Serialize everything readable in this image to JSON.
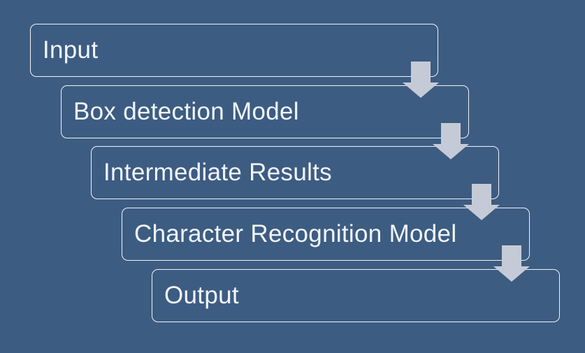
{
  "colors": {
    "background": "#3D5C82",
    "box_border": "#EFF3F7",
    "box_text": "#F1F5F9",
    "arrow_fill": "#C5CBD6"
  },
  "diagram": {
    "type": "staircase-flowchart",
    "boxes": [
      {
        "label": "Input"
      },
      {
        "label": "Box detection Model"
      },
      {
        "label": "Intermediate Results"
      },
      {
        "label": "Character Recognition Model"
      },
      {
        "label": "Output"
      }
    ],
    "arrows": [
      {
        "icon": "down-arrow-icon",
        "from": "Input",
        "to": "Box detection Model"
      },
      {
        "icon": "down-arrow-icon",
        "from": "Box detection Model",
        "to": "Intermediate Results"
      },
      {
        "icon": "down-arrow-icon",
        "from": "Intermediate Results",
        "to": "Character Recognition Model"
      },
      {
        "icon": "down-arrow-icon",
        "from": "Character Recognition Model",
        "to": "Output"
      }
    ]
  }
}
